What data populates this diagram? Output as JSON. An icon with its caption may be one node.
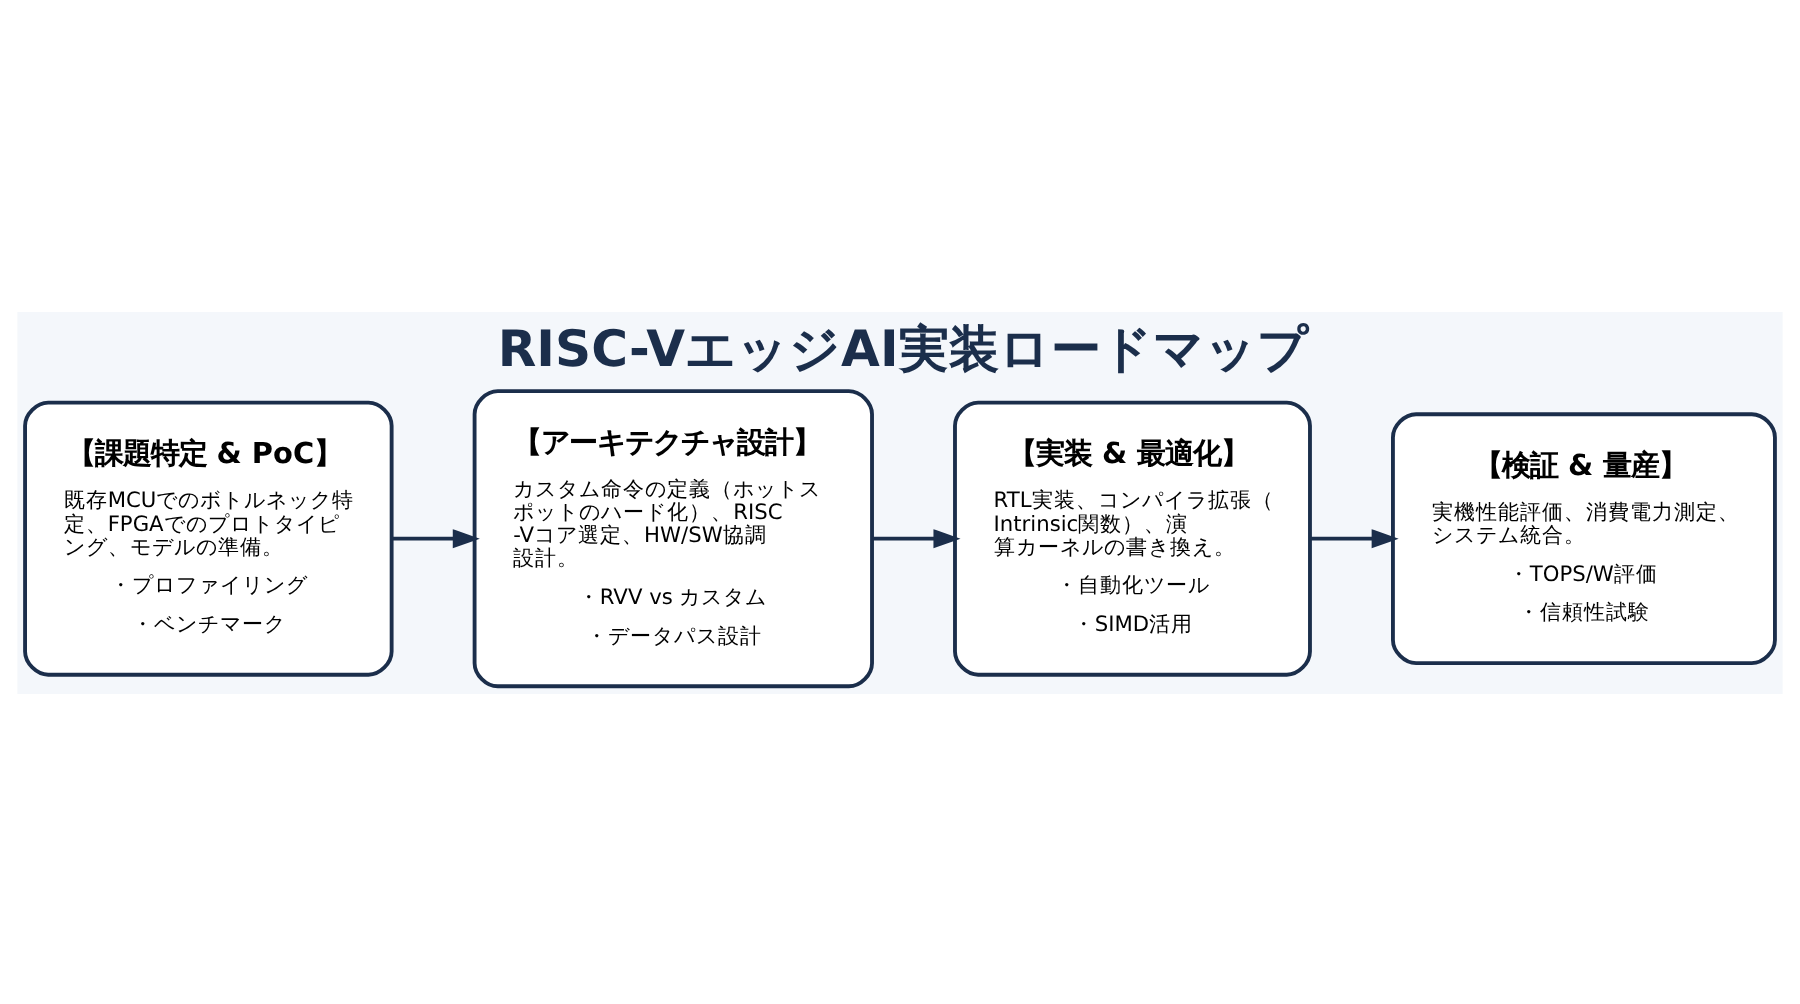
{
  "diagram": {
    "title": "RISC-VエッジAI実装ロードマップ",
    "nodes": [
      {
        "text": [
          "【課題特定 & PoC】",
          "既存MCUでのボトルネック特定、FPGAでのプロトタイピング、モデルの準備。",
          "・プロファイリング",
          "・ベンチマーク"
        ]
      },
      {
        "text": [
          "【アーキテクチャ設計】",
          "カスタム命令の定義（ホットスポットのハード化）、RISC-Vコア選定、HW/SW協調設計。",
          "・RVV vs カスタム",
          "・データパス設計"
        ]
      },
      {
        "text": [
          "【実装 & 最適化】",
          "RTL実装、コンパイラ拡張（Intrinsic関数）、演算カーネルの書き換え。",
          "・自動化ツール",
          "・SIMD活用"
        ]
      },
      {
        "text": [
          "【検証 & 量産】",
          "実機性能評価、消費電力測定、システム統合。",
          "・TOPS/W評価",
          "・信頼性試験"
        ]
      }
    ],
    "edges": [
      {
        "from": 0,
        "to": 1,
        "arrow": "to"
      },
      {
        "from": 1,
        "to": 2,
        "arrow": "to"
      },
      {
        "from": 2,
        "to": 3,
        "arrow": "to"
      }
    ]
  }
}
